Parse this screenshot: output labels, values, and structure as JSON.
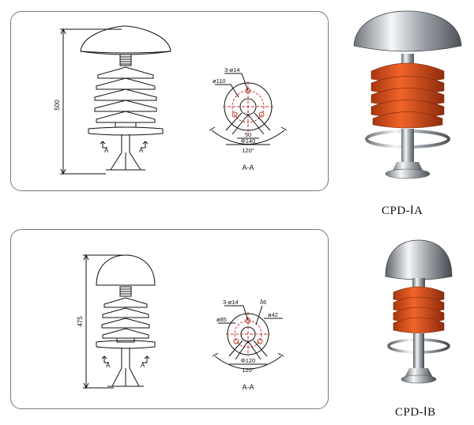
{
  "panel_a": {
    "height_dim": "500",
    "section_mark": "A",
    "section_title": "A-A",
    "hole_callout": "3-ø14",
    "circle_dim": "ø110",
    "span_dim": "50",
    "base_dim": "Φ140",
    "angle_dim": "120°"
  },
  "panel_b": {
    "height_dim": "475",
    "section_mark": "A",
    "section_title": "A-A",
    "hole_callout": "3-ø14",
    "pin_dim": "δ6",
    "circle_dim": "ø85",
    "hub_dim": "ø42",
    "base_dim": "Φ120",
    "angle_dim": "120°"
  },
  "products": [
    {
      "caption": "CPD-ⅠA"
    },
    {
      "caption": "CPD-ⅠB"
    }
  ],
  "colors": {
    "shed_orange": "#e0531f",
    "steel": "#b9bdc2",
    "outline": "#111111"
  }
}
